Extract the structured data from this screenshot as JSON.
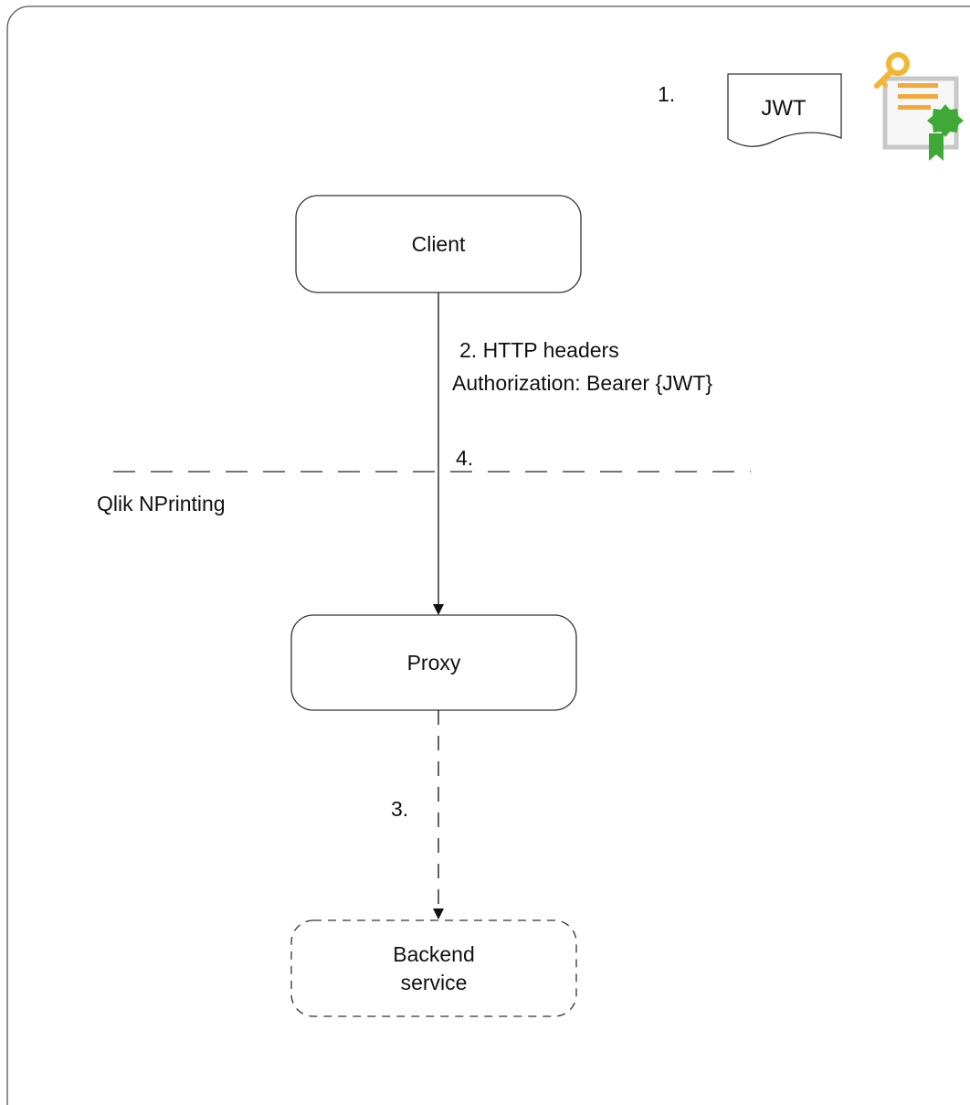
{
  "diagram": {
    "steps": {
      "step1": "1.",
      "step2_line1": "2. HTTP headers",
      "step2_line2": "Authorization: Bearer {JWT}",
      "step3": "3.",
      "step4": "4."
    },
    "jwt_document": {
      "label": "JWT"
    },
    "certificate": {
      "icon": "certificate-icon",
      "colors": {
        "key": "#F2B632",
        "lines": "#F0A93A",
        "seal": "#3FA935",
        "paper": "#F7F7F7",
        "border": "#C8C8C8"
      }
    },
    "nodes": {
      "client": "Client",
      "proxy": "Proxy",
      "backend_line1": "Backend",
      "backend_line2": "service"
    },
    "boundary": {
      "label": "Qlik NPrinting"
    }
  }
}
